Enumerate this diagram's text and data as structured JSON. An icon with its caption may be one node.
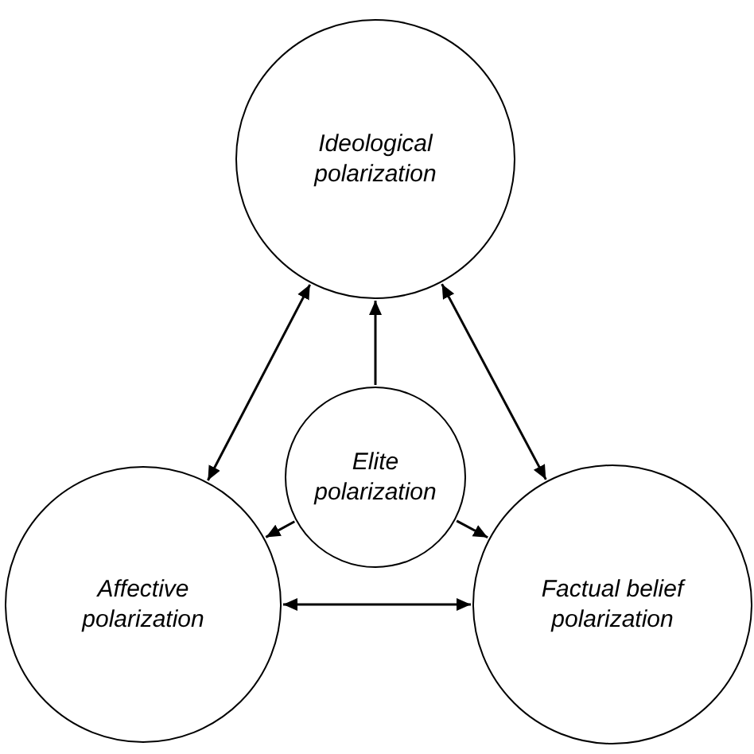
{
  "diagram": {
    "nodes": [
      {
        "text": [
          "Ideological polarization"
        ]
      },
      {
        "text": [
          "Elite polarization"
        ]
      },
      {
        "text": [
          "Affective polarization"
        ]
      },
      {
        "text": [
          "Factual belief polarization"
        ]
      }
    ],
    "edges": [
      {
        "from": 1,
        "to": 0,
        "arrow": "to"
      },
      {
        "from": 1,
        "to": 2,
        "arrow": "to"
      },
      {
        "from": 1,
        "to": 3,
        "arrow": "to"
      },
      {
        "from": 0,
        "to": 2,
        "arrow": "both"
      },
      {
        "from": 0,
        "to": 3,
        "arrow": "both"
      },
      {
        "from": 2,
        "to": 3,
        "arrow": "both"
      }
    ]
  }
}
